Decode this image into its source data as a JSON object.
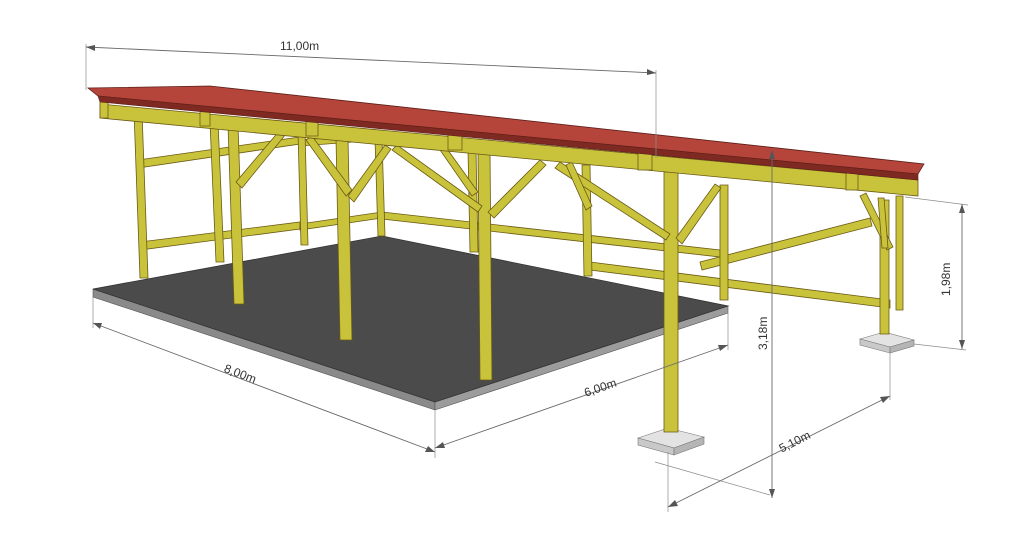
{
  "dimensions": {
    "top_length": "11,00m",
    "floor_length": "8,00m",
    "floor_width": "6,00m",
    "low_height": "1,98m",
    "high_height": "3,18m",
    "depth": "5,10m"
  },
  "colors": {
    "roof": "#b5453a",
    "roof_dark": "#7e2a22",
    "wood": "#c9c33c",
    "wood_dark": "#a79f2a",
    "floor": "#4b4b4b",
    "floor_edge": "#8a8a8a",
    "footing": "#d7d7d7"
  }
}
